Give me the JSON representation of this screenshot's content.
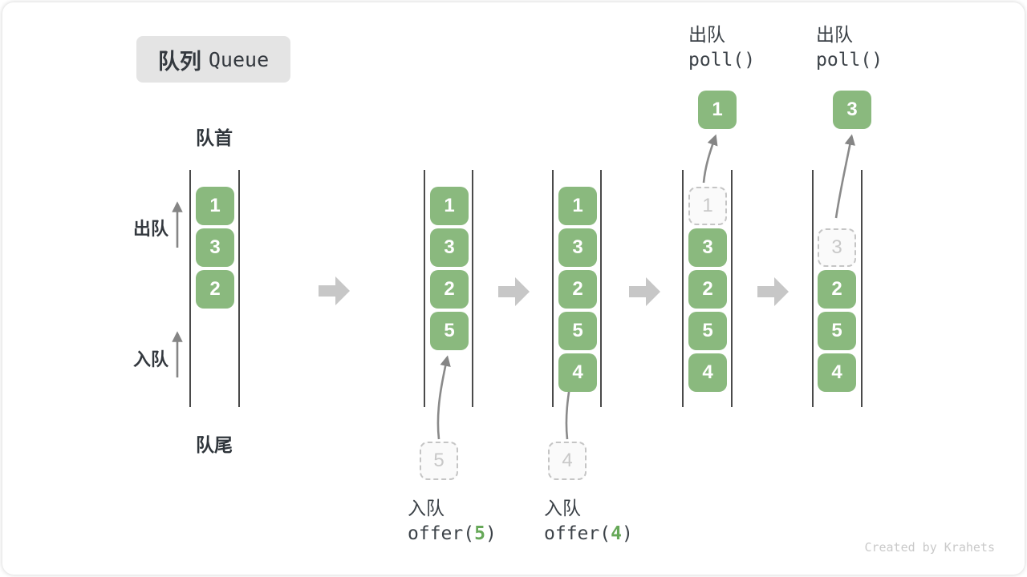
{
  "title": {
    "zh": "队列",
    "en": "Queue"
  },
  "labels": {
    "front": "队首",
    "rear": "队尾",
    "dequeue": "出队",
    "enqueue": "入队"
  },
  "columns": [
    {
      "values": [
        "1",
        "3",
        "2"
      ]
    },
    {
      "values": [
        "1",
        "3",
        "2",
        "5"
      ],
      "pending": "5"
    },
    {
      "values": [
        "1",
        "3",
        "2",
        "5",
        "4"
      ],
      "pending": "4"
    },
    {
      "ghost": "1",
      "values": [
        "3",
        "2",
        "5",
        "4"
      ],
      "popped": "1"
    },
    {
      "ghost": "3",
      "values": [
        "2",
        "5",
        "4"
      ],
      "popped": "3"
    }
  ],
  "captions": {
    "enqueue5": {
      "zh": "入队",
      "code_pre": "offer(",
      "code_arg": "5",
      "code_post": ")"
    },
    "enqueue4": {
      "zh": "入队",
      "code_pre": "offer(",
      "code_arg": "4",
      "code_post": ")"
    },
    "dequeue1": {
      "zh": "出队",
      "code": "poll()"
    },
    "dequeue3": {
      "zh": "出队",
      "code": "poll()"
    }
  },
  "watermark": "Created by Krahets",
  "colors": {
    "box_green": "#8ab97e",
    "code_arg_green": "#66a858",
    "text_dark": "#3a4046",
    "arrow_gray": "#858585",
    "flow_arrow_gray": "#c7c7c7",
    "ghost_gray": "#c8c8c8",
    "title_bg": "#e4e4e4",
    "watermark_gray": "#c9c9c9"
  }
}
